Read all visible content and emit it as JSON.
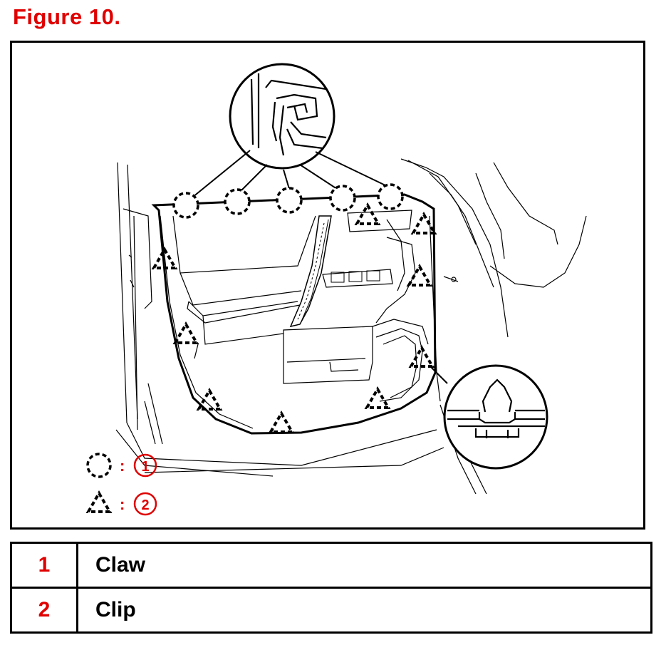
{
  "figure": {
    "title": "Figure 10."
  },
  "legend_key": [
    {
      "symbol": "dashed-circle",
      "number": "1"
    },
    {
      "symbol": "dashed-triangle",
      "number": "2"
    }
  ],
  "legend_table": [
    {
      "number": "1",
      "label": "Claw"
    },
    {
      "number": "2",
      "label": "Clip"
    }
  ],
  "colors": {
    "accent": "#e00000",
    "line": "#000000",
    "background": "#ffffff"
  }
}
